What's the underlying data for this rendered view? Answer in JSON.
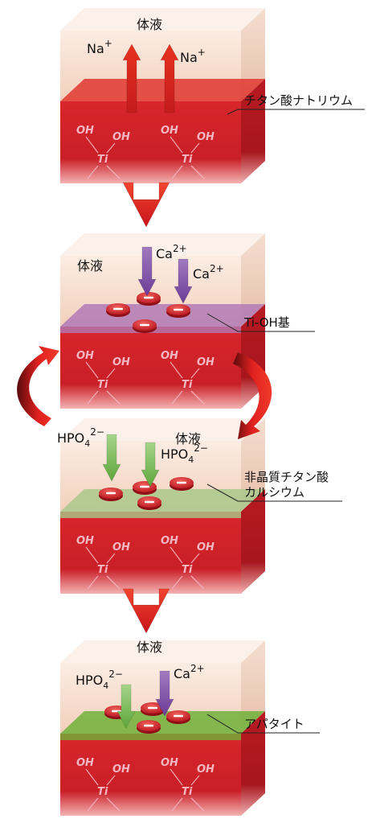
{
  "palette": {
    "liquid": "#f7dccb",
    "solid": "#d72a2f",
    "titanate_layer": "#b07ab6",
    "calcium_titanate_layer": "#a9c98b",
    "apatite_layer": "#6fb23a",
    "arrow_red": "#e3201b",
    "ca_arrow": "#8a59b0",
    "hpo4_arrow": "#7dbd5b",
    "ion_disk": "#d7282d"
  },
  "stage1": {
    "body_fluid": "体液",
    "ion_left": "Na",
    "ion_left_charge": "+",
    "ion_right": "Na",
    "ion_right_charge": "+",
    "callout": "チタン酸ナトリウム"
  },
  "stage2": {
    "body_fluid": "体液",
    "ion_a": "Ca",
    "ion_a_charge": "2+",
    "ion_b": "Ca",
    "ion_b_charge": "2+",
    "callout": "Ti-OH基"
  },
  "stage3": {
    "body_fluid": "体液",
    "ion_a": "HPO",
    "ion_a_sub": "4",
    "ion_a_charge": "2−",
    "ion_b": "HPO",
    "ion_b_sub": "4",
    "ion_b_charge": "2−",
    "callout_line1": "非晶質チタン酸",
    "callout_line2": "カルシウム"
  },
  "stage4": {
    "body_fluid": "体液",
    "ion_a": "HPO",
    "ion_a_sub": "4",
    "ion_a_charge": "2−",
    "ion_b": "Ca",
    "ion_b_charge": "2+",
    "callout": "アパタイト"
  },
  "crystal": {
    "oh": "OH",
    "ti": "Ti"
  }
}
